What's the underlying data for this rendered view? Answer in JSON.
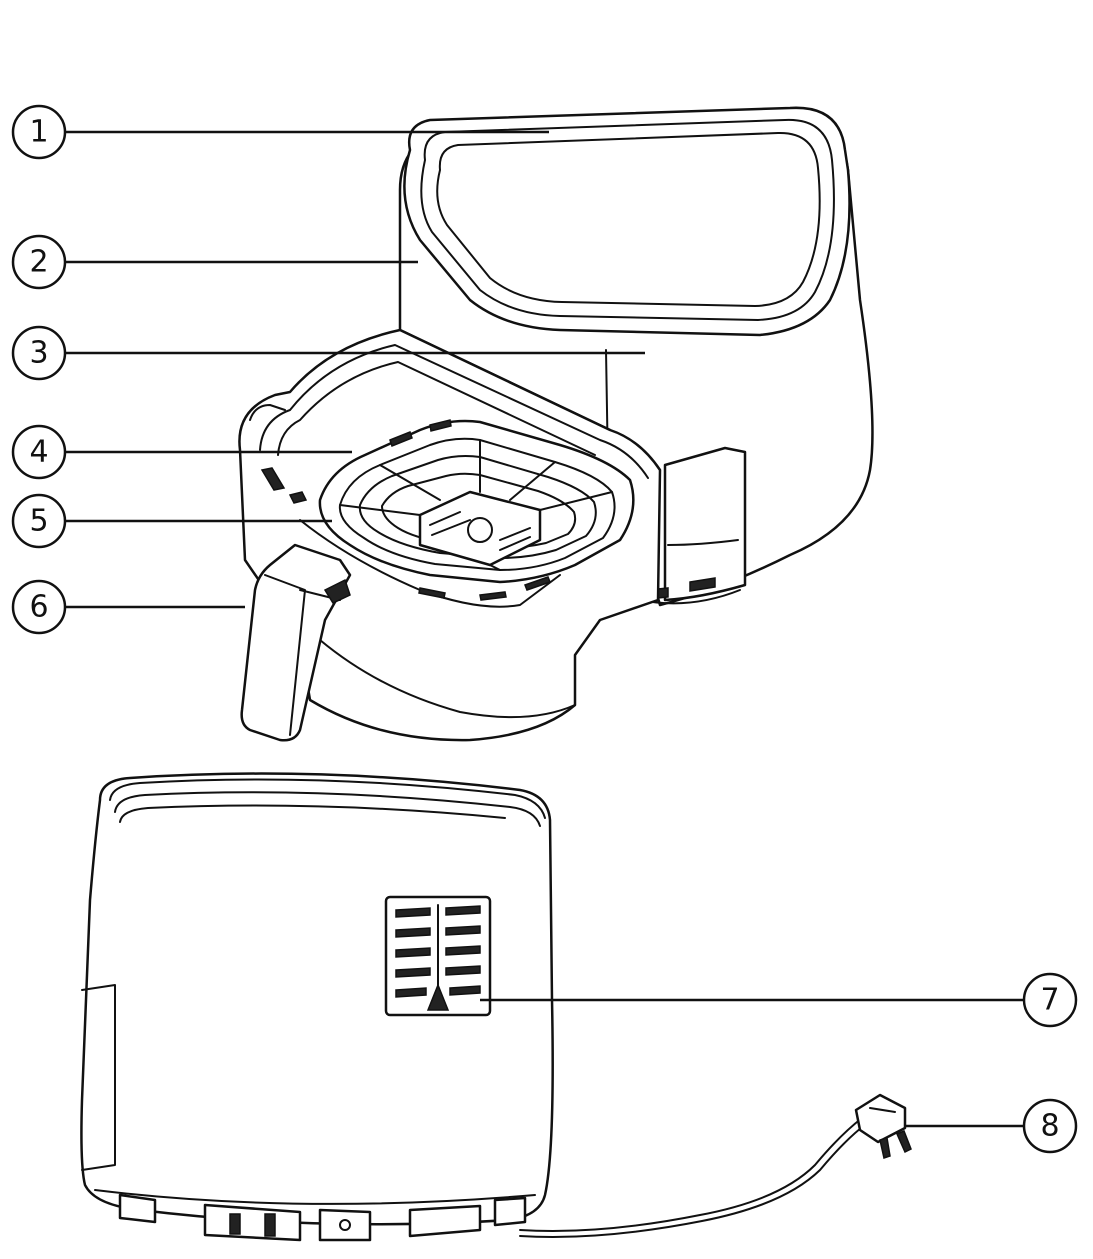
{
  "callouts": [
    {
      "label": "1"
    },
    {
      "label": "2"
    },
    {
      "label": "3"
    },
    {
      "label": "4"
    },
    {
      "label": "5"
    },
    {
      "label": "6"
    },
    {
      "label": "7"
    },
    {
      "label": "8"
    }
  ],
  "colors": {
    "line": "#111111",
    "background": "#ffffff"
  }
}
